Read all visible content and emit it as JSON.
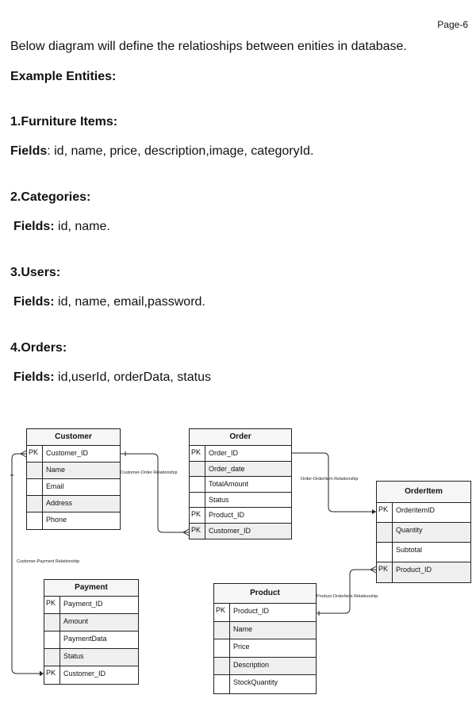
{
  "page_label": "Page-6",
  "intro": "Below diagram will define the relatioships between enities in database.",
  "example_heading": "Example Entities:",
  "entities": [
    {
      "heading": "1.Furniture Items:",
      "fields_label": "Fields",
      "fields_text": ": id, name, price, description,image, categoryId."
    },
    {
      "heading": "2.Categories:",
      "fields_label": "Fields:",
      "fields_text": " id, name."
    },
    {
      "heading": "3.Users:",
      "fields_label": "Fields:",
      "fields_text": " id, name, email,password."
    },
    {
      "heading": "4.Orders:",
      "fields_label": "Fields:",
      "fields_text": " id,userId, orderData, status"
    }
  ],
  "diagram": {
    "tables": {
      "customer": {
        "title": "Customer",
        "rows": [
          {
            "key": "PK",
            "name": "Customer_ID"
          },
          {
            "key": "",
            "name": "Name"
          },
          {
            "key": "",
            "name": "Email"
          },
          {
            "key": "",
            "name": "Address"
          },
          {
            "key": "",
            "name": "Phone"
          }
        ]
      },
      "order": {
        "title": "Order",
        "rows": [
          {
            "key": "PK",
            "name": "Order_ID"
          },
          {
            "key": "",
            "name": "Order_date"
          },
          {
            "key": "",
            "name": "TotalAmount"
          },
          {
            "key": "",
            "name": "Status"
          },
          {
            "key": "PK",
            "name": "Product_ID"
          },
          {
            "key": "PK",
            "name": "Customer_ID"
          }
        ]
      },
      "orderitem": {
        "title": "OrderItem",
        "rows": [
          {
            "key": "PK",
            "name": "OrderitemID"
          },
          {
            "key": "",
            "name": "Quantity"
          },
          {
            "key": "",
            "name": "Subtotal"
          },
          {
            "key": "PK",
            "name": "Product_ID"
          }
        ]
      },
      "payment": {
        "title": "Payment",
        "rows": [
          {
            "key": "PK",
            "name": "Payment_ID"
          },
          {
            "key": "",
            "name": "Amount"
          },
          {
            "key": "",
            "name": "PaymentData"
          },
          {
            "key": "",
            "name": "Status"
          },
          {
            "key": "PK",
            "name": "Customer_ID"
          }
        ]
      },
      "product": {
        "title": "Product",
        "rows": [
          {
            "key": "PK",
            "name": "Product_ID"
          },
          {
            "key": "",
            "name": "Name"
          },
          {
            "key": "",
            "name": "Price"
          },
          {
            "key": "",
            "name": "Description"
          },
          {
            "key": "",
            "name": "StockQuantity"
          }
        ]
      }
    },
    "relationships": {
      "customer_order": "Customer-Order  Relationship",
      "order_orderitem": "Order-OrderItem Relationship",
      "customer_payment": "Customer-Payment Relationship",
      "product_orderitem": "Product-OrderItem Relationship"
    }
  }
}
